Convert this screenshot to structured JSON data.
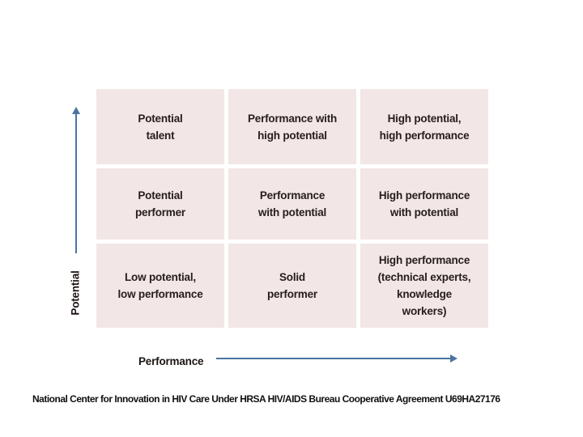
{
  "matrix": {
    "rows": [
      {
        "cells": [
          "Potential\ntalent",
          "Performance with\nhigh potential",
          "High potential,\nhigh performance"
        ]
      },
      {
        "cells": [
          "Potential\nperformer",
          "Performance\nwith potential",
          "High performance\nwith potential"
        ]
      },
      {
        "cells": [
          "Low potential,\nlow performance",
          "Solid\nperformer",
          "High performance\n(technical experts,\nknowledge\nworkers)"
        ]
      }
    ]
  },
  "axes": {
    "y_label": "Potential",
    "x_label": "Performance"
  },
  "footer": {
    "text": "National Center for Innovation in HIV Care Under HRSA HIV/AIDS Bureau Cooperative Agreement U69HA27176"
  },
  "colors": {
    "cell_bg": "#f2e6e6",
    "cell_text": "#261e1b",
    "arrow": "#4c75a0",
    "label_text": "#1c1512",
    "footer_text": "#111111",
    "background": "#ffffff"
  }
}
